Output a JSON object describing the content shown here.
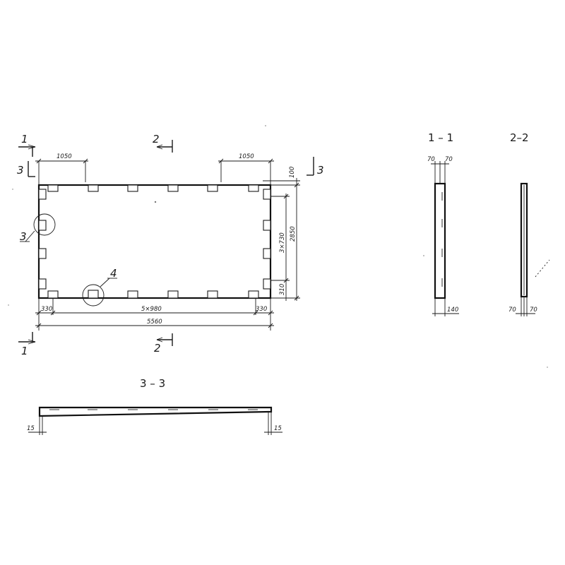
{
  "plan": {
    "dims": {
      "left_1050": "1050",
      "right_1050": "1050",
      "top_100": "100",
      "side_3x730": "3×730",
      "side_2850": "2850",
      "side_310": "310",
      "bottom_330_left": "330",
      "bottom_5x980": "5×980",
      "bottom_330_right": "330",
      "overall_5560": "5560"
    },
    "cuts": {
      "cut1_top": "1",
      "cut1_bottom": "1",
      "cut2_top": "2",
      "cut2_bottom": "2",
      "cut3_left": "3",
      "cut3_right": "3"
    },
    "callouts": {
      "node3": "3",
      "node4": "4"
    }
  },
  "section_1_1": {
    "title": "1 – 1",
    "dim_70a": "70",
    "dim_70b": "70",
    "dim_140": "140"
  },
  "section_2_2": {
    "title": "2–2",
    "dim_70a": "70",
    "dim_70b": "70"
  },
  "section_3_3": {
    "title": "3 – 3",
    "dim_15_left": "15",
    "dim_15_right": "15"
  }
}
